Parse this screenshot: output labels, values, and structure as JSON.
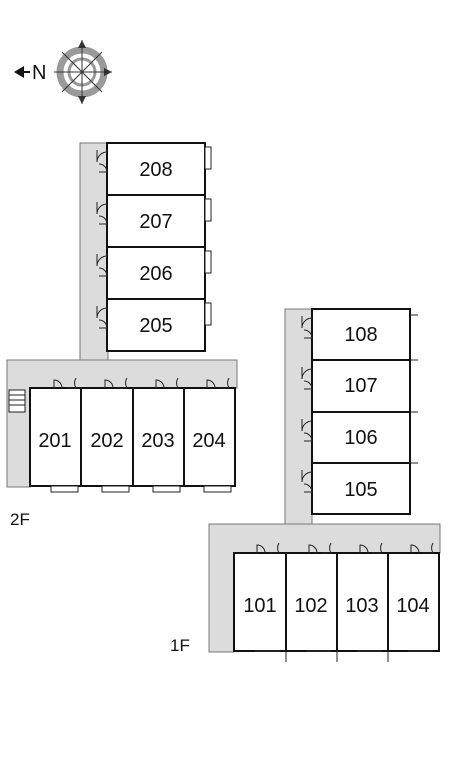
{
  "compass": {
    "north_label": "N"
  },
  "floors": [
    {
      "label": "2F",
      "units": [
        "208",
        "207",
        "206",
        "205",
        "201",
        "202",
        "203",
        "204"
      ]
    },
    {
      "label": "1F",
      "units": [
        "108",
        "107",
        "106",
        "105",
        "101",
        "102",
        "103",
        "104"
      ]
    }
  ]
}
